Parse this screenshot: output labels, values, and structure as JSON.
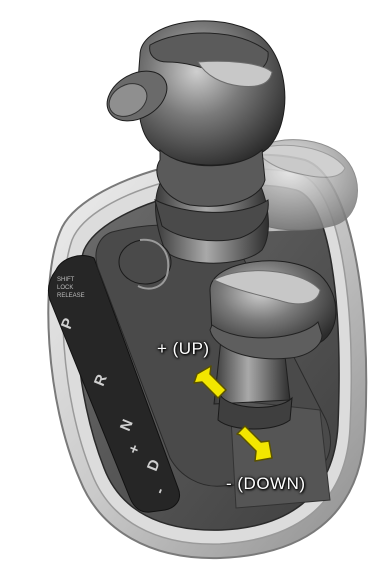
{
  "colors": {
    "arrow_fill": "#f2e600",
    "arrow_stroke": "#5a5200",
    "label_text": "#ffffff"
  },
  "gate": {
    "positions": [
      "P",
      "R",
      "N",
      "D"
    ],
    "plus": "+",
    "minus": "-"
  },
  "shift_labels": {
    "up": "+ (UP)",
    "down": "- (DOWN)"
  },
  "icons": {
    "up_arrow": "arrow-up-left-icon",
    "down_arrow": "arrow-down-right-icon"
  }
}
